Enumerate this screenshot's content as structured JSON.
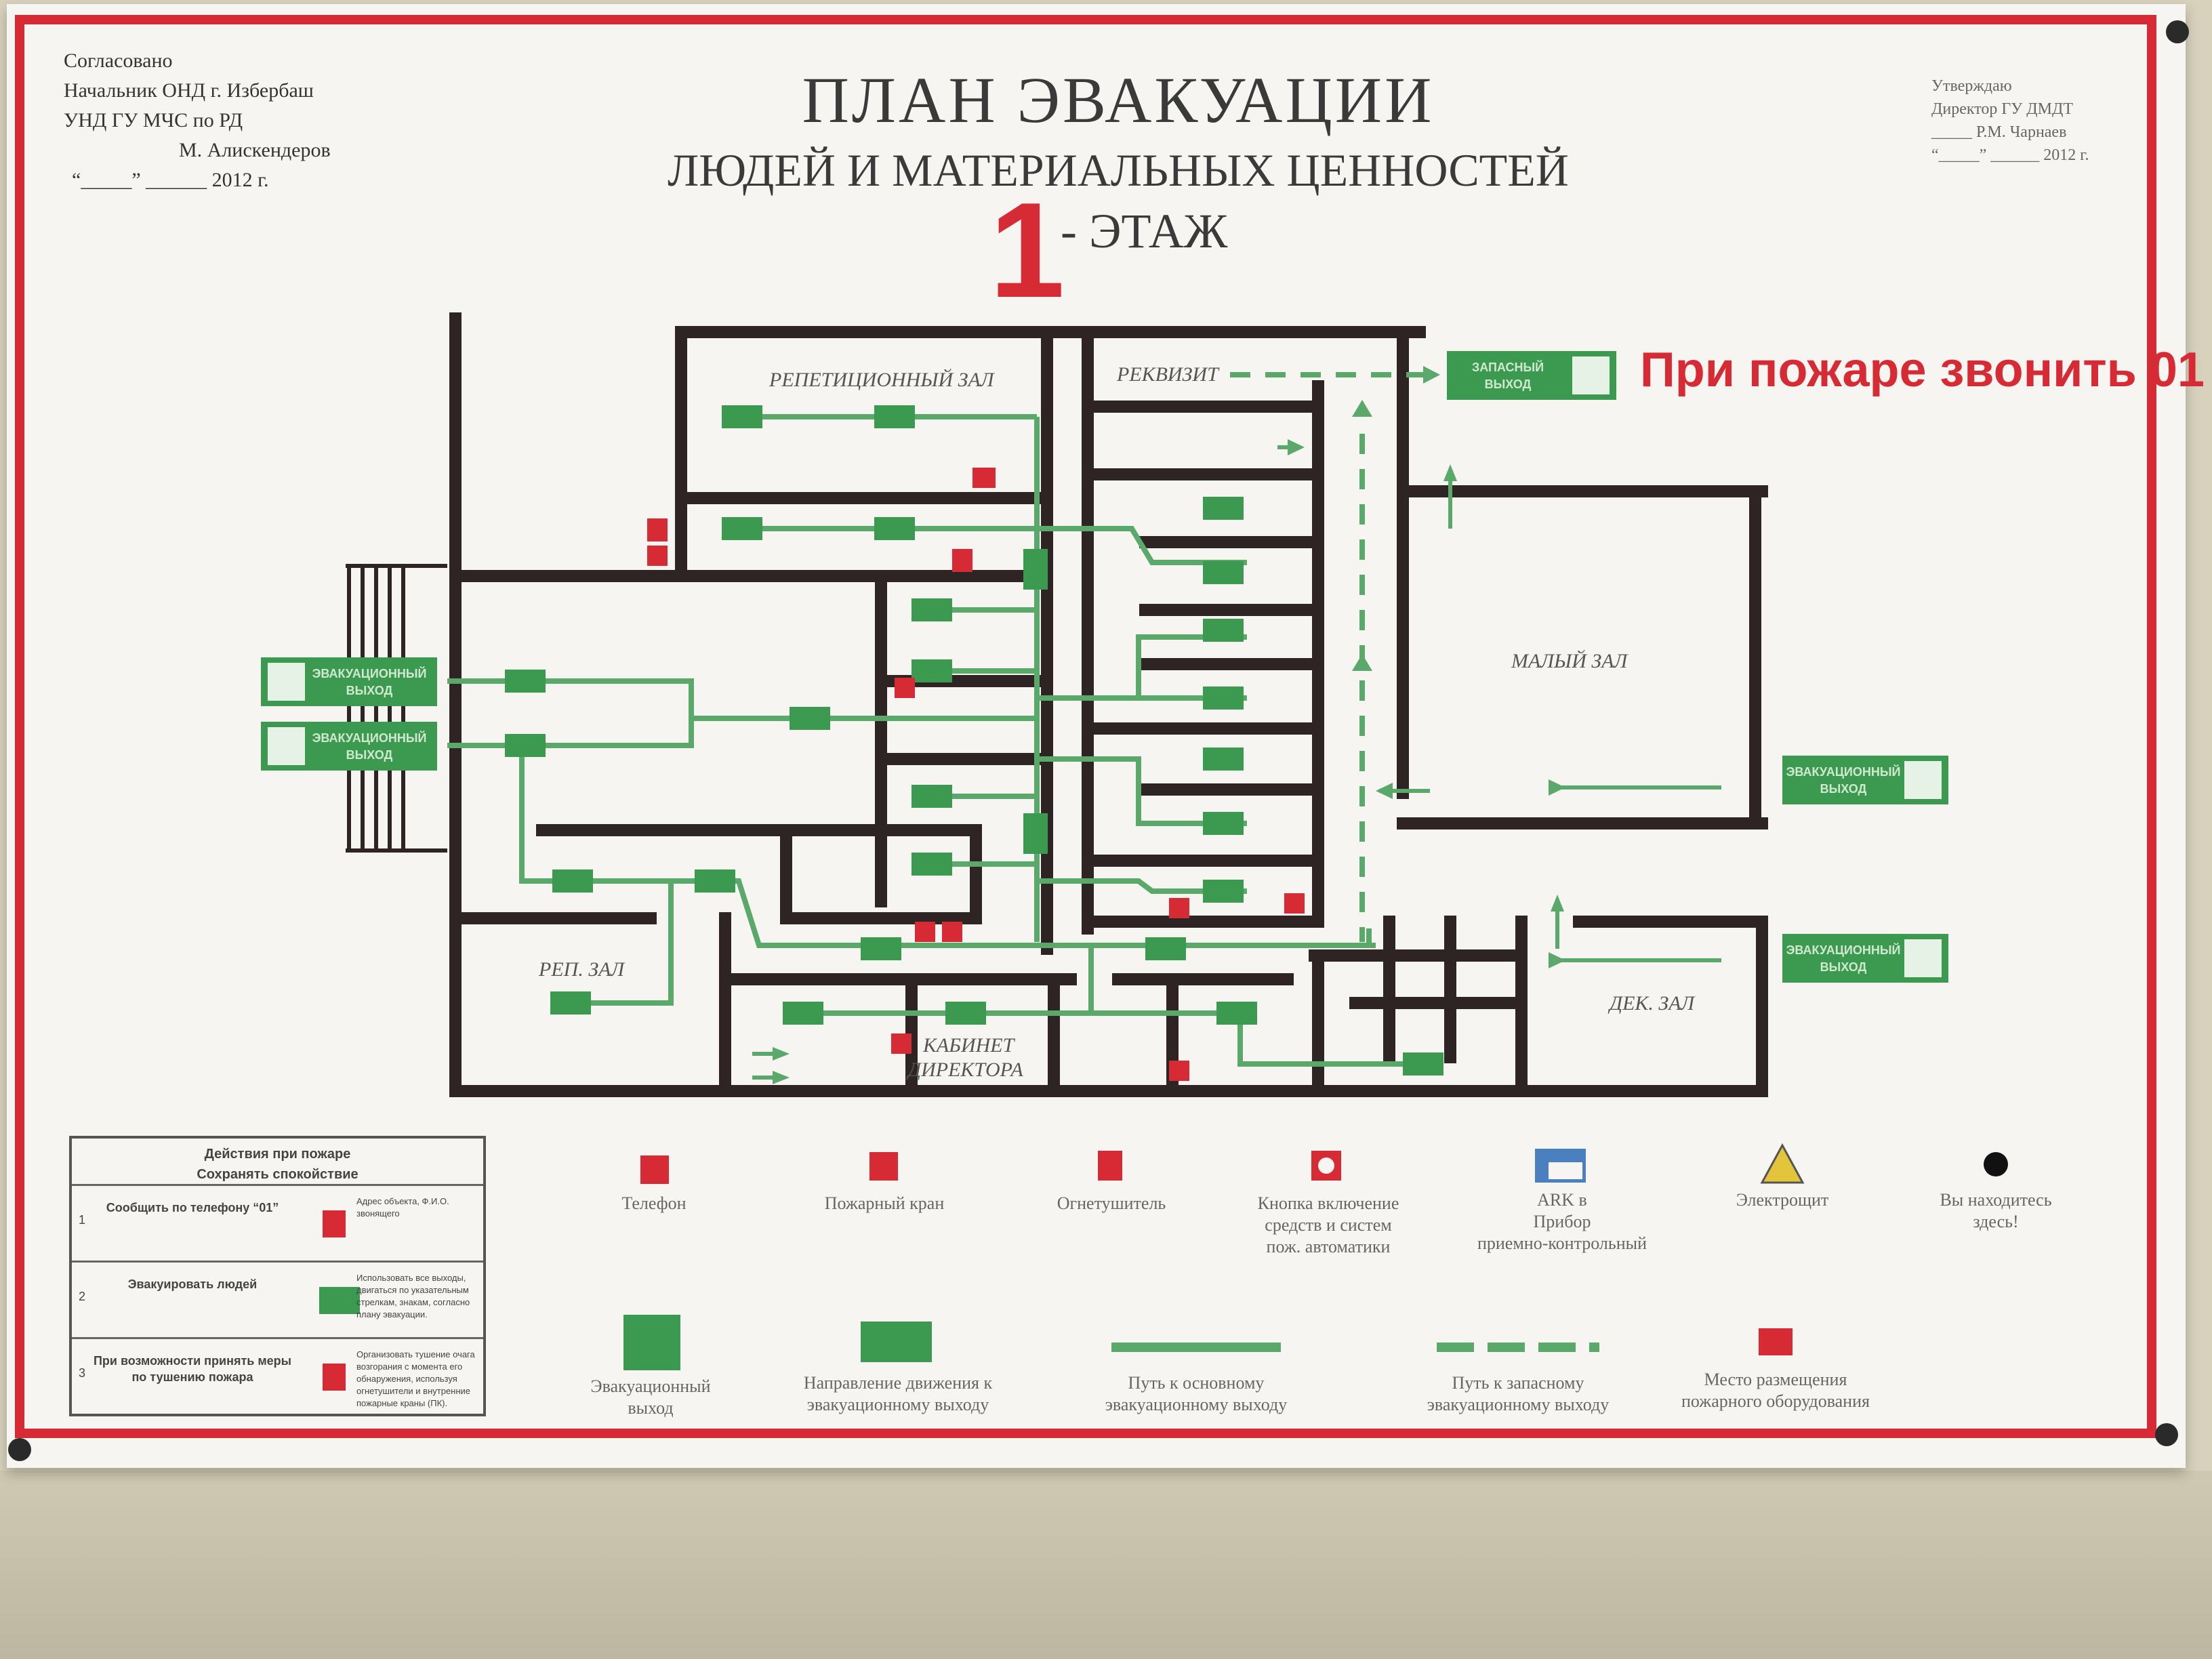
{
  "approval_left": {
    "lines": [
      "Согласовано",
      "Начальник ОНД г. Избербаш",
      "УНД ГУ МЧС по РД",
      "М. Алискендеров",
      "“_____” ______ 2012 г."
    ]
  },
  "approval_right": {
    "lines": [
      "Утверждаю",
      "Директор ГУ ДМДТ",
      "_____ Р.М. Чарнаев",
      "“_____” ______ 2012 г."
    ]
  },
  "title": {
    "line1": "ПЛАН ЭВАКУАЦИИ",
    "line2": "ЛЮДЕЙ И МАТЕРИАЛЬНЫХ ЦЕННОСТЕЙ",
    "floor_number": "1",
    "floor_label": "- ЭТАЖ"
  },
  "fire_call": "При пожаре звонить 01",
  "rooms": {
    "rehearsal_hall": "РЕПЕТИЦИОННЫЙ ЗАЛ",
    "props": "РЕКВИЗИТ",
    "small_hall": "МАЛЫЙ ЗАЛ",
    "rep_hall": "РЕП. ЗАЛ",
    "director_office_1": "КАБИНЕТ",
    "director_office_2": "ДИРЕКТОРА",
    "dek_hall": "ДЕК. ЗАЛ"
  },
  "exits": {
    "evac_exit_1": "ЭВАКУАЦИОННЫЙ",
    "evac_exit_2": "ВЫХОД",
    "spare_exit_1": "ЗАПАСНЫЙ",
    "spare_exit_2": "ВЫХОД"
  },
  "actions": {
    "header_1": "Действия при пожаре",
    "header_2": "Сохранять спокойствие",
    "rows": [
      {
        "num": "1",
        "title": "Сообщить по телефону “01”",
        "desc": "Адрес объекта, Ф.И.О. звонящего"
      },
      {
        "num": "2",
        "title": "Эвакуировать людей",
        "desc": "Использовать все выходы, двигаться по указательным стрелкам, знакам, согласно плану эвакуации."
      },
      {
        "num": "3",
        "title": "При возможности принять меры по тушению пожара",
        "desc": "Организовать тушение очага возгорания с момента его обнаружения, используя огнетушители и внутренние пожарные краны (ПК)."
      }
    ]
  },
  "legend": {
    "telephone": "Телефон",
    "fire_hydrant": "Пожарный кран",
    "extinguisher": "Огнетушитель",
    "button_1": "Кнопка включение",
    "button_2": "средств и систем",
    "button_3": "пож. автоматики",
    "ark_1": "ARK в",
    "ark_2": "Прибор",
    "ark_3": "приемно-контрольный",
    "electric_shield": "Электрощит",
    "you_are_here_1": "Вы находитесь",
    "you_are_here_2": "здесь!",
    "evac_exit_1": "Эвакуационный",
    "evac_exit_2": "выход",
    "direction_1": "Направление движения к",
    "direction_2": "эвакуационному выходу",
    "main_path_1": "Путь к основному",
    "main_path_2": "эвакуационному выходу",
    "spare_path_1": "Путь к запасному",
    "spare_path_2": "эвакуационному выходу",
    "equipment_1": "Место размещения",
    "equipment_2": "пожарного оборудования"
  },
  "colors": {
    "frame_red": "#d62a34",
    "wall": "#2e2424",
    "path_green": "#5aa86a",
    "sign_green": "#3c9a50",
    "marker_red": "#d62a34"
  }
}
